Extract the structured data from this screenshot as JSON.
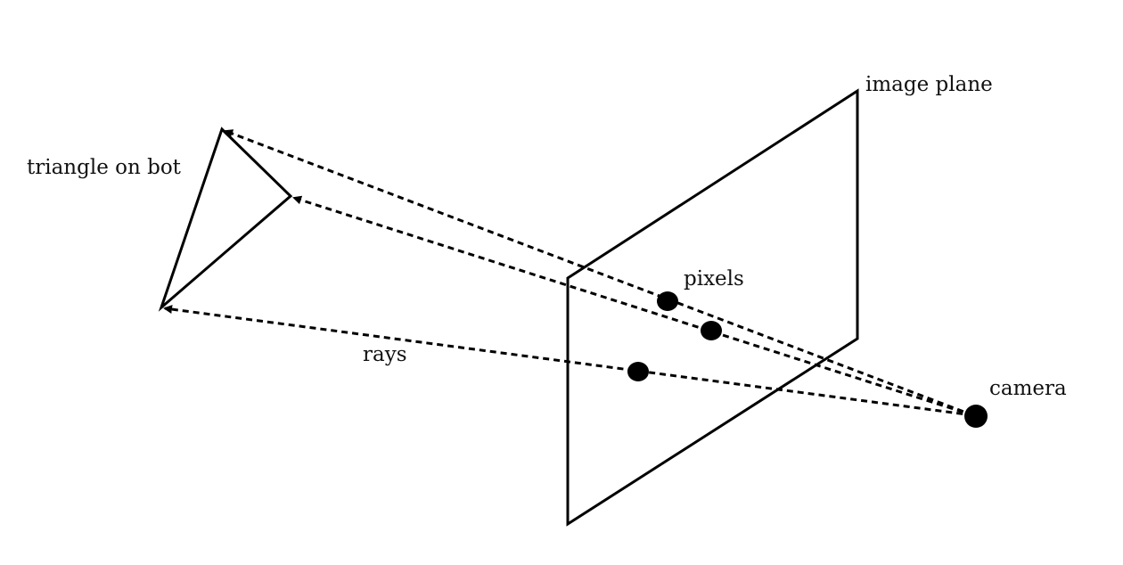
{
  "labels": {
    "image_plane": "image plane",
    "triangle": "triangle on bot",
    "pixels": "pixels",
    "rays": "rays",
    "camera": "camera"
  }
}
